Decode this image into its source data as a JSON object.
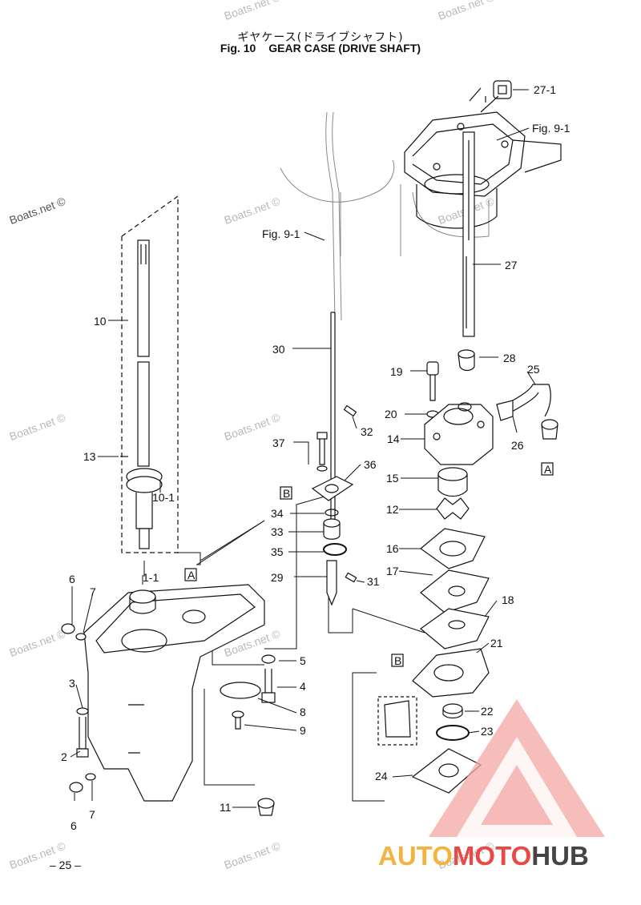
{
  "header": {
    "title_jp": "ギヤケース(ドライブシャフト)",
    "fig_label": "Fig. 10",
    "title_en": "GEAR CASE (DRIVE SHAFT)"
  },
  "watermarks": [
    "Boats.net ©",
    "Boats.net ©",
    "Boats.net ©",
    "Boats.net ©",
    "Boats.net ©",
    "Boats.net ©",
    "Boats.net ©",
    "Boats.net ©",
    "Boats.net ©",
    "Boats.net ©",
    "Boats.net ©",
    "Boats.net ©"
  ],
  "page_number": "– 25 –",
  "brand": {
    "part1": "AUTO",
    "part2": "MOTO",
    "part3": "HUB",
    "color1": "#f2b441",
    "color2": "#e84a45",
    "color3": "#444444"
  },
  "labels": {
    "l27_1": "27-1",
    "fig9_1_a": "Fig. 9-1",
    "fig9_1_b": "Fig. 9-1",
    "l27": "27",
    "l10": "10",
    "l30": "30",
    "l28": "28",
    "l19": "19",
    "l25": "25",
    "l20": "20",
    "l32": "32",
    "l14": "14",
    "l26": "26",
    "l37": "37",
    "l13": "13",
    "l36": "36",
    "l15": "15",
    "boxA1": "A",
    "boxB1": "B",
    "l10_1": "10-1",
    "l34": "34",
    "l12": "12",
    "l33": "33",
    "l16": "16",
    "l35": "35",
    "l1_1": "1-1",
    "boxA2": "A",
    "l17": "17",
    "l29": "29",
    "l31": "31",
    "l6a": "6",
    "l7a": "7",
    "l18": "18",
    "l21": "21",
    "l5": "5",
    "boxB2": "B",
    "l3": "3",
    "l4": "4",
    "l22": "22",
    "l8": "8",
    "l9": "9",
    "l23": "23",
    "l2": "2",
    "l24": "24",
    "l11": "11",
    "l6b": "6",
    "l7b": "7"
  },
  "colors": {
    "line": "#111111",
    "watermark": "#b9b9b9",
    "logo_red": "#e84a45",
    "logo_pink": "#f3a7a4"
  }
}
